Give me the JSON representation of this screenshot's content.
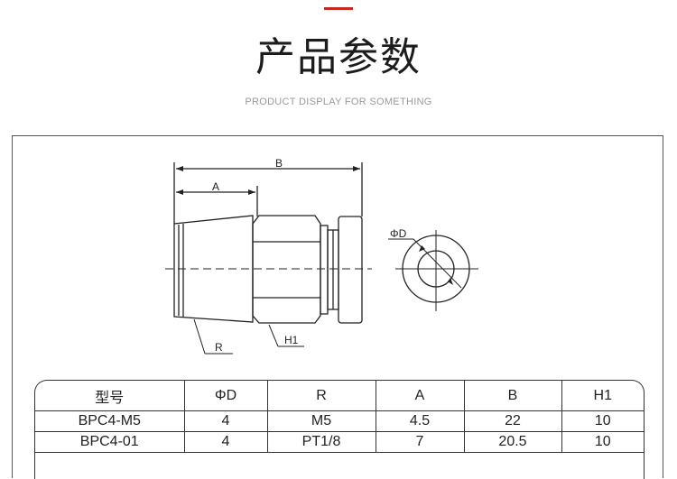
{
  "header": {
    "title": "产品参数",
    "subtitle": "PRODUCT DISPLAY FOR SOMETHING",
    "accent_color": "#c8281e"
  },
  "drawing": {
    "labels": {
      "b": "B",
      "a": "A",
      "phi_d": "ΦD",
      "r": "R",
      "h1": "H1"
    }
  },
  "spec_table": {
    "columns": [
      "型号",
      "ΦD",
      "R",
      "A",
      "B",
      "H1"
    ],
    "rows": [
      [
        "BPC4-M5",
        "4",
        "M5",
        "4.5",
        "22",
        "10"
      ],
      [
        "BPC4-01",
        "4",
        "PT1/8",
        "7",
        "20.5",
        "10"
      ]
    ]
  }
}
